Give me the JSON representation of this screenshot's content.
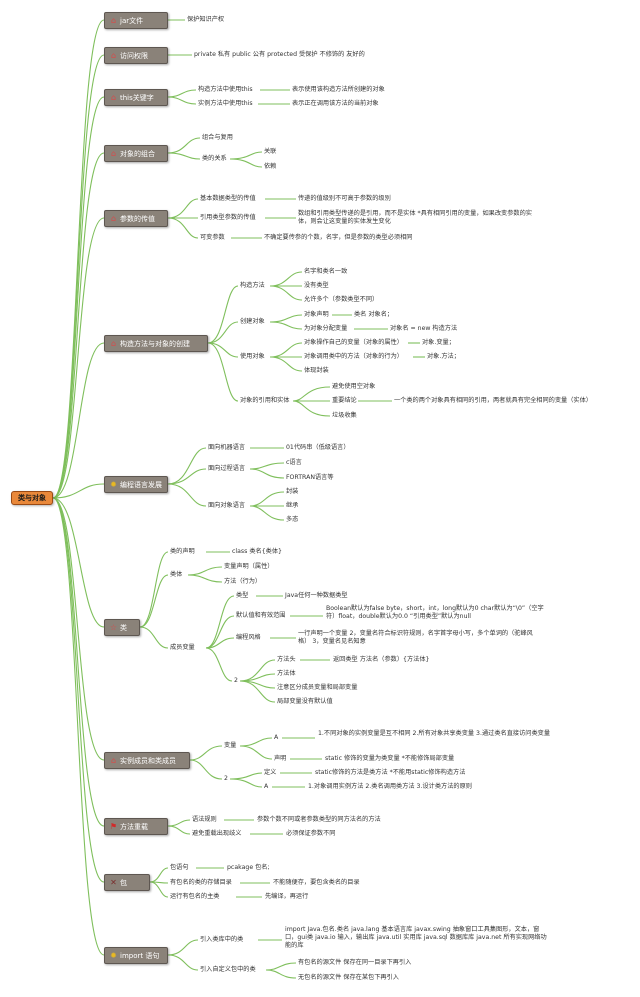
{
  "root": "类与对象",
  "branches": {
    "jar": "jar文件",
    "access": "访问权限",
    "this": "this关键字",
    "compose": "对象的组合",
    "param": "参数的传值",
    "construct": "构造方法与对象的创建",
    "lang": "编程语言发展",
    "cls": "类",
    "inst": "实例成员和类成员",
    "overload": "方法重载",
    "pkg": "包",
    "imp": "import 语句"
  },
  "icons": {
    "home": "home-icon",
    "bulb": "lightbulb-icon",
    "star": "star-icon",
    "flag": "flag-icon",
    "tools": "tools-icon",
    "colors": {
      "root": "#e9883a",
      "branch": "#8a8279",
      "line": "#7fbf5c"
    }
  },
  "jar": {
    "t1": "保护知识产权"
  },
  "access": {
    "t1": "private 私有 public 公有 protected 受保护 不修饰的 友好的"
  },
  "this": {
    "a": "构造方法中使用this",
    "a1": "表示使用该构造方法所创建的对象",
    "b": "实例方法中使用this",
    "b1": "表示正在调用该方法的当前对象"
  },
  "compose": {
    "a": "组合与复用",
    "b": "类的关系",
    "b1": "关联",
    "b2": "依赖"
  },
  "param": {
    "a": "基本数据类型的传值",
    "a1": "传递的值级别不可高于参数的级别",
    "b": "引用类型参数的传值",
    "b1": "数组和引用类型传递的是引用，而不是实体 *具有相同引用的变量，如果改变参数的实体，则会让这变量的实体发生变化",
    "c": "可变参数",
    "c1": "不确定要传参的个数，名字，但是参数的类型必须相同"
  },
  "construct": {
    "a": "构造方法",
    "a1": "名字和类名一致",
    "a2": "没有类型",
    "a3": "允许多个（参数类型不同）",
    "b": "创建对象",
    "b1": "对象声明",
    "b1a": "类名 对象名；",
    "b2": "为对象分配变量",
    "b2a": "对象名 = new 构造方法",
    "c": "使用对象",
    "c1": "对象操作自己的变量（对象的属性）",
    "c1a": "对象.变量；",
    "c2": "对象调用类中的方法（对象的行为）",
    "c2a": "对象.方法；",
    "c3": "体现封装",
    "d": "对象的引用和实体",
    "d1": "避免使用空对象",
    "d2": "重要结论",
    "d2a": "一个类的两个对象具有相同的引用，两者就具有完全相同的变量（实体）",
    "d3": "垃圾收集"
  },
  "lang": {
    "a": "面向机器语言",
    "a1": "01代码串（低级语言）",
    "b": "面向过程语言",
    "b1": "c语言",
    "b2": "FORTRAN语言等",
    "c": "面向对象语言",
    "c1": "封装",
    "c2": "继承",
    "c3": "多态"
  },
  "cls": {
    "a": "类的声明",
    "a1": "class 类名{类体}",
    "b": "类体",
    "b1": "变量声明（属性）",
    "b2": "方法（行为）",
    "c": "成员变量",
    "c1": "类型",
    "c1a": "Java任何一种数据类型",
    "c2": "默认值和有效范围",
    "c2a": "Boolean默认为false byte，short，int，long默认为0 char默认为“\\0”（空字符）float，double默认为0.0 “引用类型”默认为null",
    "c3": "编程风格",
    "c3a": "一行声明一个变量 2，变量名符合标识符规则，名字首字母小写，多个单词的（驼峰风格） 3，变量名见名知意",
    "c4": "2",
    "c4a": "方法头",
    "c4a1": "返回类型 方法名（参数）{方法体}",
    "c4b": "方法体",
    "c4c": "注意区分成员变量和局部变量",
    "c4d": "局部变量没有默认值"
  },
  "inst": {
    "a": "变量",
    "a1": "A",
    "a1a": "1.不同对象的实例变量是互不相同 2.所有对象共享类变量 3.通过类名直接访问类变量",
    "a2": "声明",
    "a2a": "static 修饰的变量为类变量 *不能修饰局部变量",
    "b": "2",
    "b1": "定义",
    "b1a": "static修饰的方法是类方法 *不能用static修饰构造方法",
    "b2": "A",
    "b2a": "1.对象调用实例方法 2.类名调用类方法 3.设计类方法的原则"
  },
  "overload": {
    "a": "语法规则",
    "a1": "参数个数不同或者参数类型的同方法名的方法",
    "b": "避免重载出现歧义",
    "b1": "必须保证参数不同"
  },
  "pkg": {
    "a": "包语句",
    "a1": "pcakage 包名;",
    "b": "有包名的类的存储目录",
    "b1": "不能随便存，要包含类名的目录",
    "c": "运行有包名的主类",
    "c1": "先编译，再运行"
  },
  "imp": {
    "a": "引入类库中的类",
    "a1": "import Java.包名.类名 java.lang 基本语言库 javax.swing 抽象窗口工具集图形，文本，窗口，gui类 java.io 输入，输出库 java.util 实用库 java.sql 数据库库 java.net 所有实现网络功能的库",
    "b": "引入自定义包中的类",
    "b1": "有包名的源文件 保存在同一目录下再引入",
    "b2": "无包名的源文件 保存在某包下再引入"
  }
}
